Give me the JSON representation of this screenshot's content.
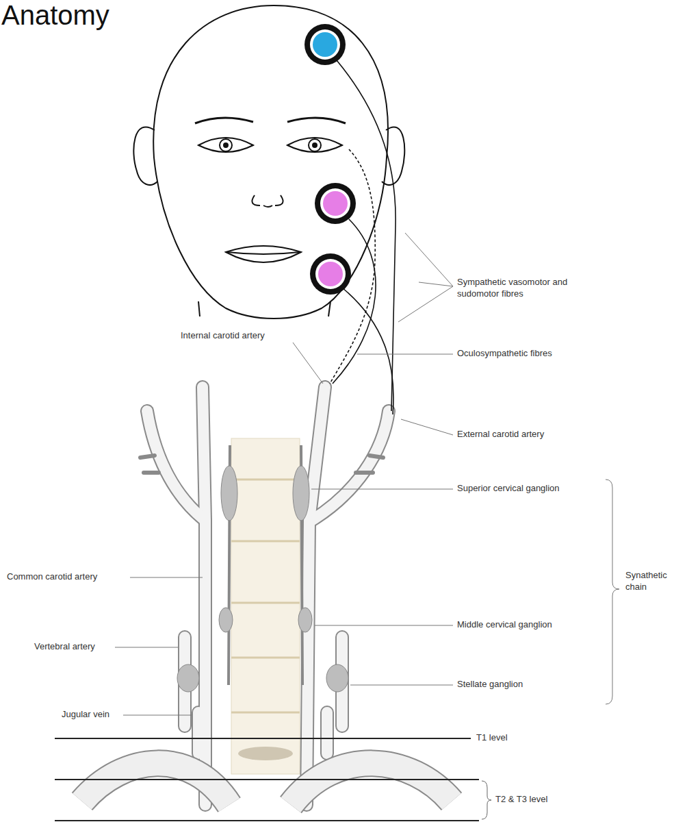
{
  "diagram": {
    "title": "Anatomy",
    "labels": [
      "Sympathetic vasomotor and sudomotor fibres",
      "Internal carotid artery",
      "Oculosympathetic fibres",
      "External carotid artery",
      "Superior cervical ganglion",
      "Synathetic chain",
      "Common carotid artery",
      "Middle cervical ganglion",
      "Vertebral artery",
      "Stellate ganglion",
      "Jugular vein",
      "T1 level",
      "T2 & T3 level"
    ]
  }
}
